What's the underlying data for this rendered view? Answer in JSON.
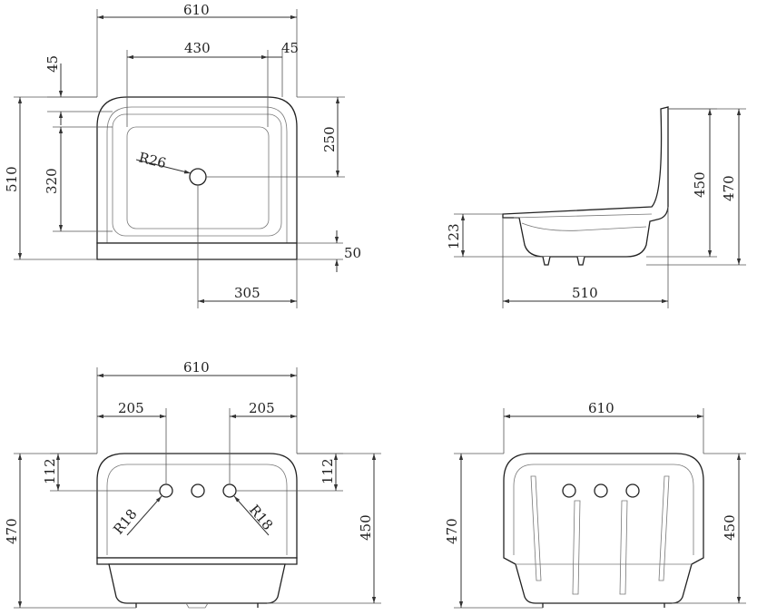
{
  "top_view": {
    "overall_width": "610",
    "basin_width": "430",
    "rim_side": "45",
    "rim_back": "45",
    "depth_total": "510",
    "basin_depth": "320",
    "drain_offset_back": "250",
    "front_lip": "50",
    "drain_offset_side": "305",
    "drain_radius": "R26"
  },
  "side_view": {
    "height_back": "450",
    "height_total": "470",
    "front_height": "123",
    "depth": "510"
  },
  "front_view": {
    "overall_width": "610",
    "hole_offset_left": "205",
    "hole_offset_right": "205",
    "hole_height_left": "112",
    "hole_height_right": "112",
    "height_total": "470",
    "height_back": "450",
    "hole_radius_left": "R18",
    "hole_radius_right": "R18"
  },
  "back_view": {
    "overall_width": "610",
    "height_total": "470",
    "height_back": "450"
  }
}
